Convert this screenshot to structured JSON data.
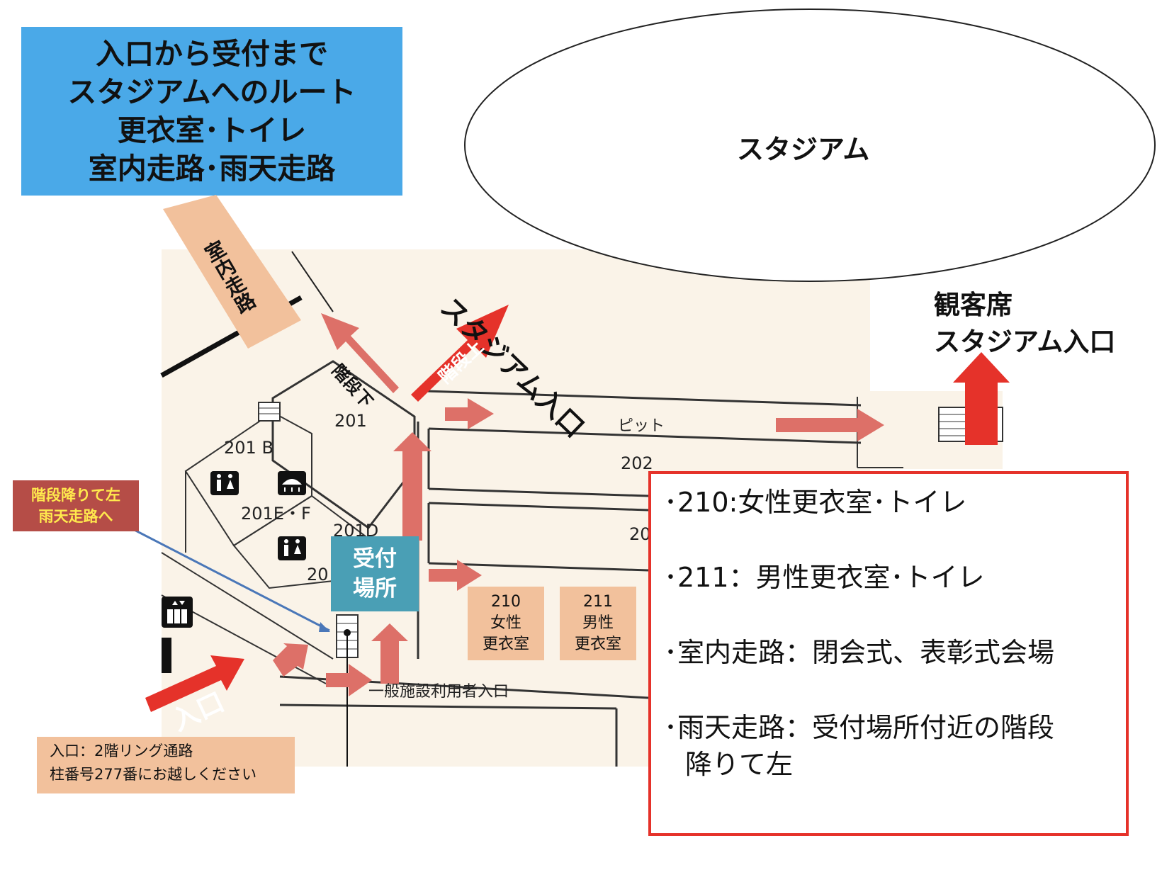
{
  "title_box": {
    "lines": [
      "入口から受付まで",
      "スタジアムへのルート",
      "更衣室･トイレ",
      "室内走路･雨天走路"
    ]
  },
  "stadium": {
    "label": "スタジアム"
  },
  "stadium_entrance": {
    "label": "スタジアム入口"
  },
  "spectator_entrance": {
    "line1": "観客席",
    "line2": "スタジアム入口"
  },
  "indoor_track_tag": {
    "label": "室内走路"
  },
  "arrows": {
    "stairs_down": "階段下",
    "stairs_up": "階段上",
    "entrance": "入口"
  },
  "map_labels": {
    "room_201": "201",
    "room_201b": "201 B",
    "room_201ef": "201E・F",
    "room_201d": "201D",
    "room_202": "202",
    "room_20x": "20",
    "room_20y": "20",
    "pit": "ピット",
    "general_entrance": "一般施設利用者入口"
  },
  "reception": {
    "line1": "受付",
    "line2": "場所"
  },
  "stair_note": {
    "line1": "階段降りて左",
    "line2": "雨天走路へ"
  },
  "entry_note": {
    "line1": "入口：2階リング通路",
    "line2": "柱番号277番にお越しください"
  },
  "rooms": [
    {
      "number": "210",
      "line1": "女性",
      "line2": "更衣室"
    },
    {
      "number": "211",
      "line1": "男性",
      "line2": "更衣室"
    }
  ],
  "info_box": {
    "items": [
      "･210:女性更衣室･トイレ",
      "･211：男性更衣室･トイレ",
      "･室内走路：閉会式、表彰式会場",
      "･雨天走路：受付場所付近の階段"
    ],
    "continuation": "降りて左"
  },
  "colors": {
    "title_bg": "#4aa9e8",
    "route_arrow": "#dd7068",
    "main_arrow": "#e5322a",
    "tag_peach": "#f2c19c",
    "reception_bg": "#4a9fb5",
    "stair_note_bg": "#b54d47",
    "stair_note_text": "#ffe94d",
    "info_border": "#e5322a",
    "floor": "#faf3e8"
  },
  "icons": [
    "restroom-icon",
    "shower-icon",
    "restroom-icon-2",
    "elevator-icon",
    "stairs-icon"
  ]
}
